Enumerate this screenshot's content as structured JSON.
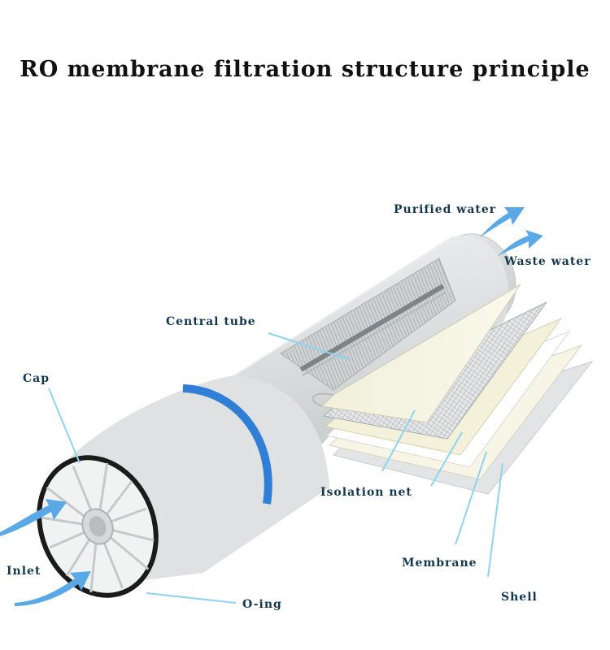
{
  "title": "RO membrane filtration structure principle",
  "labels": {
    "purified_water": "Purified water",
    "waste_water": "Waste water",
    "central_tube": "Central tube",
    "cap": "Cap",
    "isolation_net": "Isolation net",
    "membrane": "Membrane",
    "inlet": "Inlet",
    "o_ring": "O-ing",
    "shell": "Shell"
  },
  "colors": {
    "label_text": "#13384e",
    "leader_line": "#8fd3ee",
    "flow_arrow": "#5aa9e6",
    "blue_band": "#2f7fd6",
    "shell_body": "#d9dcdd"
  }
}
